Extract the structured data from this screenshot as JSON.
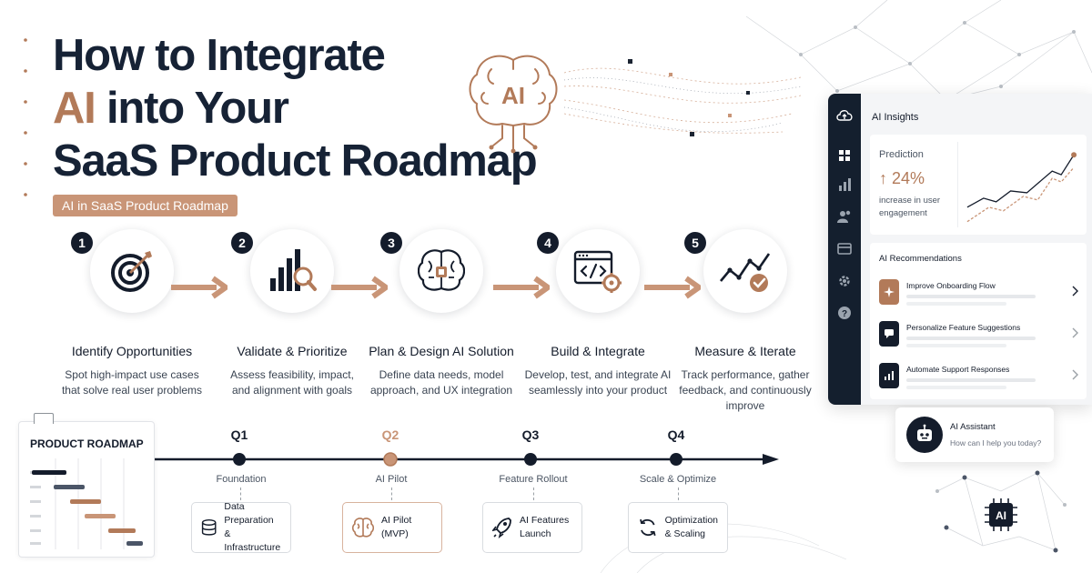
{
  "title": {
    "line1": "How to Integrate",
    "line2_accent": "AI",
    "line2_rest": " into Your",
    "line3": "SaaS Product Roadmap",
    "tag": "AI in SaaS Product Roadmap"
  },
  "brain_label": "AI",
  "steps": [
    {
      "num": "1",
      "icon": "target-icon",
      "title": "Identify Opportunities",
      "desc": "Spot high-impact use cases\nthat solve real user problems"
    },
    {
      "num": "2",
      "icon": "bar-chart-magnifier-icon",
      "title": "Validate & Prioritize",
      "desc": "Assess feasibility, impact,\nand alignment with goals"
    },
    {
      "num": "3",
      "icon": "brain-chip-icon",
      "title": "Plan & Design AI Solution",
      "desc": "Define data needs, model\napproach, and UX integration"
    },
    {
      "num": "4",
      "icon": "code-gear-icon",
      "title": "Build & Integrate",
      "desc": "Develop, test, and integrate AI\nseamlessly into your product"
    },
    {
      "num": "5",
      "icon": "trend-check-icon",
      "title": "Measure & Iterate",
      "desc": "Track performance, gather\nfeedback, and continuously\nimprove"
    }
  ],
  "roadmap": {
    "card_title": "PRODUCT ROADMAP",
    "quarters": [
      {
        "label": "Q1",
        "phase": "Foundation",
        "box": "Data Preparation\n& Infrastructure",
        "icon": "database-icon",
        "accent": false
      },
      {
        "label": "Q2",
        "phase": "AI Pilot",
        "box": "AI Pilot\n(MVP)",
        "icon": "brain-icon",
        "accent": true
      },
      {
        "label": "Q3",
        "phase": "Feature Rollout",
        "box": "AI Features\nLaunch",
        "icon": "rocket-icon",
        "accent": false
      },
      {
        "label": "Q4",
        "phase": "Scale & Optimize",
        "box": "Optimization\n& Scaling",
        "icon": "refresh-icon",
        "accent": false
      }
    ]
  },
  "dashboard": {
    "title": "AI Insights",
    "prediction_label": "Prediction",
    "prediction_value": "↑ 24%",
    "prediction_desc": "increase in user\nengagement",
    "recommendations_title": "AI Recommendations",
    "recommendations": [
      {
        "label": "Improve Onboarding Flow",
        "icon": "sparkle-icon"
      },
      {
        "label": "Personalize Feature Suggestions",
        "icon": "chat-icon"
      },
      {
        "label": "Automate Support Responses",
        "icon": "bar-chart-icon"
      }
    ]
  },
  "assistant": {
    "title": "AI Assistant",
    "subtitle": "How can I help you today?"
  },
  "chip_label": "AI",
  "colors": {
    "navy": "#141c2b",
    "accent": "#b27a59",
    "accent_light": "#c99577"
  }
}
